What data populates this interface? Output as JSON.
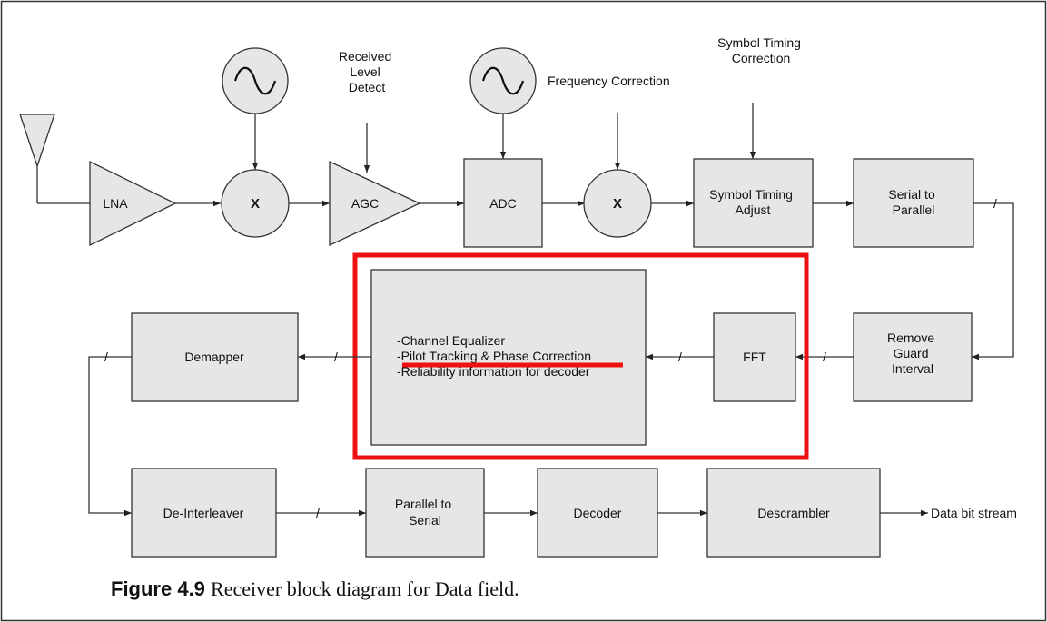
{
  "blocks": {
    "lna": "LNA",
    "mixer1": "X",
    "agc": "AGC",
    "adc": "ADC",
    "mixer2": "X",
    "symbol_timing_adjust": [
      "Symbol Timing",
      "Adjust"
    ],
    "serial_to_parallel": [
      "Serial to",
      "Parallel"
    ],
    "remove_guard_interval": [
      "Remove",
      "Guard",
      "Interval"
    ],
    "fft": "FFT",
    "equalizer_lines": [
      "-Channel Equalizer",
      "-Pilot Tracking & Phase Correction",
      "-Reliability information for decoder"
    ],
    "demapper": "Demapper",
    "de_interleaver": "De-Interleaver",
    "parallel_to_serial": [
      "Parallel to",
      "Serial"
    ],
    "decoder": "Decoder",
    "descrambler": "Descrambler"
  },
  "labels": {
    "received_level_detect": [
      "Received",
      "Level",
      "Detect"
    ],
    "frequency_correction": "Frequency Correction",
    "symbol_timing_correction": [
      "Symbol Timing",
      "Correction"
    ],
    "output": "Data bit stream",
    "bus_mark": "/"
  },
  "caption": {
    "number": "Figure 4.9",
    "text": "Receiver block diagram for Data field."
  },
  "colors": {
    "block_fill": "#e6e6e6",
    "stroke": "#333333",
    "highlight": "#ee1111"
  }
}
